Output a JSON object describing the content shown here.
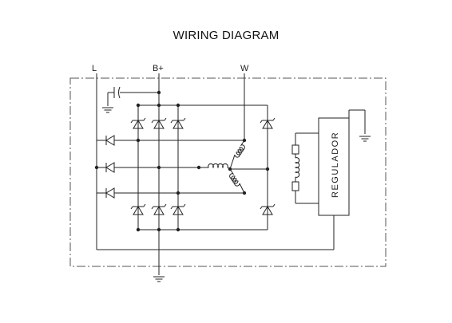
{
  "title": "WIRING DIAGRAM",
  "terminals": {
    "l": "L",
    "bplus": "B+",
    "w": "W"
  },
  "regulator": {
    "label": "REGULADOR"
  }
}
